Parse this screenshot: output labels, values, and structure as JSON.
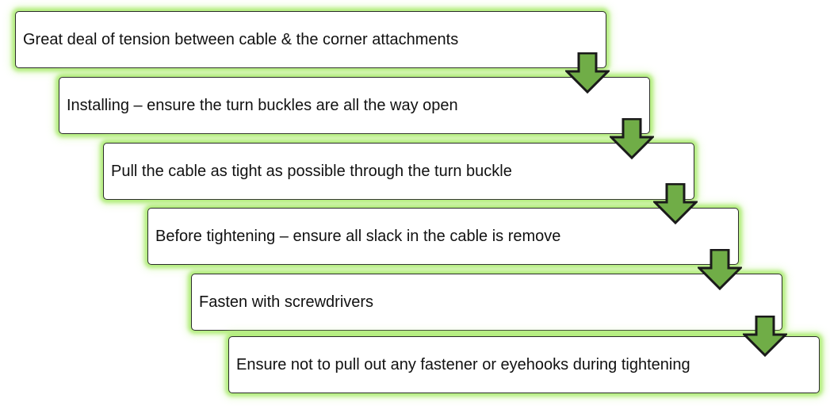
{
  "diagram": {
    "steps": [
      {
        "text": "Great deal of tension between cable & the corner attachments"
      },
      {
        "text": "Installing – ensure the turn buckles are all the way open"
      },
      {
        "text": "Pull the cable as tight as possible through the turn buckle"
      },
      {
        "text": "Before tightening – ensure all slack in the cable is remove"
      },
      {
        "text": "Fasten with screwdrivers"
      },
      {
        "text": "Ensure not to pull out any fastener or eyehooks during tightening"
      }
    ],
    "arrow_icon": "down-arrow-icon",
    "colors": {
      "arrow_fill": "#70ad47",
      "arrow_outline": "#1a1a1a",
      "box_glow": "#a0e860",
      "box_border": "#2b2b2b"
    }
  }
}
